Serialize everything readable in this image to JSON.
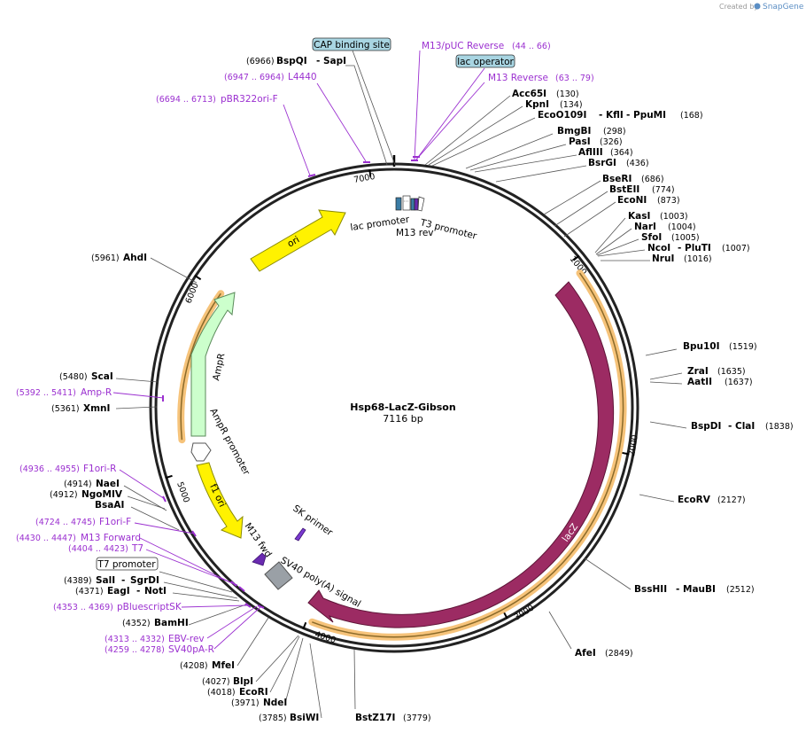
{
  "watermark": {
    "created_by": "Created by",
    "brand": "SnapGene"
  },
  "plasmid": {
    "name": "Hsp68-LacZ-Gibson",
    "length_label": "7116 bp",
    "length": 7116
  },
  "ticks": [
    "1000",
    "2000",
    "3000",
    "4000",
    "5000",
    "6000",
    "7000"
  ],
  "enzymes": [
    {
      "names": [
        "BspQI",
        "SapI"
      ],
      "pos": "(6966)"
    },
    {
      "names": [
        "Acc65I"
      ],
      "pos": "(130)"
    },
    {
      "names": [
        "KpnI"
      ],
      "pos": "(134)"
    },
    {
      "names": [
        "EcoO109I",
        "KflI",
        "PpuMI"
      ],
      "pos": "(168)"
    },
    {
      "names": [
        "BmgBI"
      ],
      "pos": "(298)"
    },
    {
      "names": [
        "PasI"
      ],
      "pos": "(326)"
    },
    {
      "names": [
        "AflIII"
      ],
      "pos": "(364)"
    },
    {
      "names": [
        "BsrGI"
      ],
      "pos": "(436)"
    },
    {
      "names": [
        "BseRI"
      ],
      "pos": "(686)"
    },
    {
      "names": [
        "BstEII"
      ],
      "pos": "(774)"
    },
    {
      "names": [
        "EcoNI"
      ],
      "pos": "(873)"
    },
    {
      "names": [
        "KasI"
      ],
      "pos": "(1003)"
    },
    {
      "names": [
        "NarI"
      ],
      "pos": "(1004)"
    },
    {
      "names": [
        "SfoI"
      ],
      "pos": "(1005)"
    },
    {
      "names": [
        "NcoI",
        "PluTI"
      ],
      "pos": "(1007)"
    },
    {
      "names": [
        "NruI"
      ],
      "pos": "(1016)"
    },
    {
      "names": [
        "Bpu10I"
      ],
      "pos": "(1519)"
    },
    {
      "names": [
        "ZraI"
      ],
      "pos": "(1635)"
    },
    {
      "names": [
        "AatII"
      ],
      "pos": "(1637)"
    },
    {
      "names": [
        "BspDI",
        "ClaI"
      ],
      "pos": "(1838)"
    },
    {
      "names": [
        "EcoRV"
      ],
      "pos": "(2127)"
    },
    {
      "names": [
        "BssHII",
        "MauBI"
      ],
      "pos": "(2512)"
    },
    {
      "names": [
        "AfeI"
      ],
      "pos": "(2849)"
    },
    {
      "names": [
        "BstZ17I"
      ],
      "pos": "(3779)"
    },
    {
      "names": [
        "BsiWI"
      ],
      "pos": "(3785)"
    },
    {
      "names": [
        "NdeI"
      ],
      "pos": "(3971)"
    },
    {
      "names": [
        "EcoRI"
      ],
      "pos": "(4018)"
    },
    {
      "names": [
        "BlpI"
      ],
      "pos": "(4027)"
    },
    {
      "names": [
        "MfeI"
      ],
      "pos": "(4208)"
    },
    {
      "names": [
        "BamHI"
      ],
      "pos": "(4352)"
    },
    {
      "names": [
        "EagI",
        "NotI"
      ],
      "pos": "(4371)"
    },
    {
      "names": [
        "SalI",
        "SgrDI"
      ],
      "pos": "(4389)"
    },
    {
      "names": [
        "BsaAI"
      ],
      "pos": ""
    },
    {
      "names": [
        "NgoMIV"
      ],
      "pos": "(4912)"
    },
    {
      "names": [
        "NaeI"
      ],
      "pos": "(4914)"
    },
    {
      "names": [
        "XmnI"
      ],
      "pos": "(5361)"
    },
    {
      "names": [
        "ScaI"
      ],
      "pos": "(5480)"
    },
    {
      "names": [
        "AhdI"
      ],
      "pos": "(5961)"
    }
  ],
  "primers": [
    {
      "name": "M13/pUC Reverse",
      "range": "(44 .. 66)"
    },
    {
      "name": "M13 Reverse",
      "range": "(63 .. 79)"
    },
    {
      "name": "L4440",
      "range": "(6947 .. 6964)"
    },
    {
      "name": "pBR322ori-F",
      "range": "(6694 .. 6713)"
    },
    {
      "name": "Amp-R",
      "range": "(5392 .. 5411)"
    },
    {
      "name": "F1ori-R",
      "range": "(4936 .. 4955)"
    },
    {
      "name": "F1ori-F",
      "range": "(4724 .. 4745)"
    },
    {
      "name": "M13 Forward",
      "range": "(4430 .. 4447)"
    },
    {
      "name": "T7",
      "range": "(4404 .. 4423)"
    },
    {
      "name": "pBluescriptSK",
      "range": "(4353 .. 4369)"
    },
    {
      "name": "EBV-rev",
      "range": "(4313 .. 4332)"
    },
    {
      "name": "SV40pA-R",
      "range": "(4259 .. 4278)"
    }
  ],
  "boxed_features": {
    "cap": "CAP binding site",
    "lacop": "lac operator",
    "t7prom": "T7 promoter"
  },
  "features": {
    "lac_promoter": "lac promoter",
    "t3_promoter": "T3 promoter",
    "m13_rev": "M13 rev",
    "ori": "ori",
    "ampr": "AmpR",
    "ampr_promoter": "AmpR promoter",
    "f1_ori": "f1 ori",
    "m13_fwd": "M13 fwd",
    "sk_primer": "SK primer",
    "sv40": "SV40 poly(A) signal",
    "lacz": "lacZ"
  },
  "colors": {
    "lacZ": "#9c2b63",
    "ori": "#fff200",
    "AmpR": "#ccffcc",
    "f1ori": "#fff200",
    "promoter": "#ffffff",
    "primer": "#9b30d0",
    "sv40": "#9aa0a6",
    "orf_highlight": "#f6c37a",
    "box_fill": "#a8d5e2"
  }
}
